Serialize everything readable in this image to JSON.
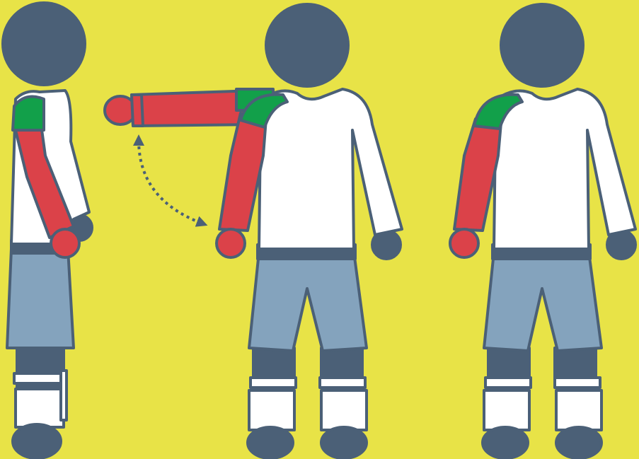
{
  "colors": {
    "background": "#e8e347",
    "outline": "#4b6077",
    "shirt": "#ffffff",
    "shorts": "#84a3bd",
    "arm_highlight": "#db4249",
    "shoulder_highlight": "#12a04a",
    "dark_parts": "#4b6077"
  },
  "figures": [
    {
      "view": "side",
      "highlight": "arm-and-shoulder"
    },
    {
      "view": "front",
      "highlight": "arm-and-shoulder",
      "motion": "arm-raised-to-horizontal"
    },
    {
      "view": "front",
      "highlight": "arm-and-shoulder"
    }
  ],
  "icons": [
    "person-side-icon",
    "person-front-icon",
    "curved-dotted-arrow-icon"
  ]
}
